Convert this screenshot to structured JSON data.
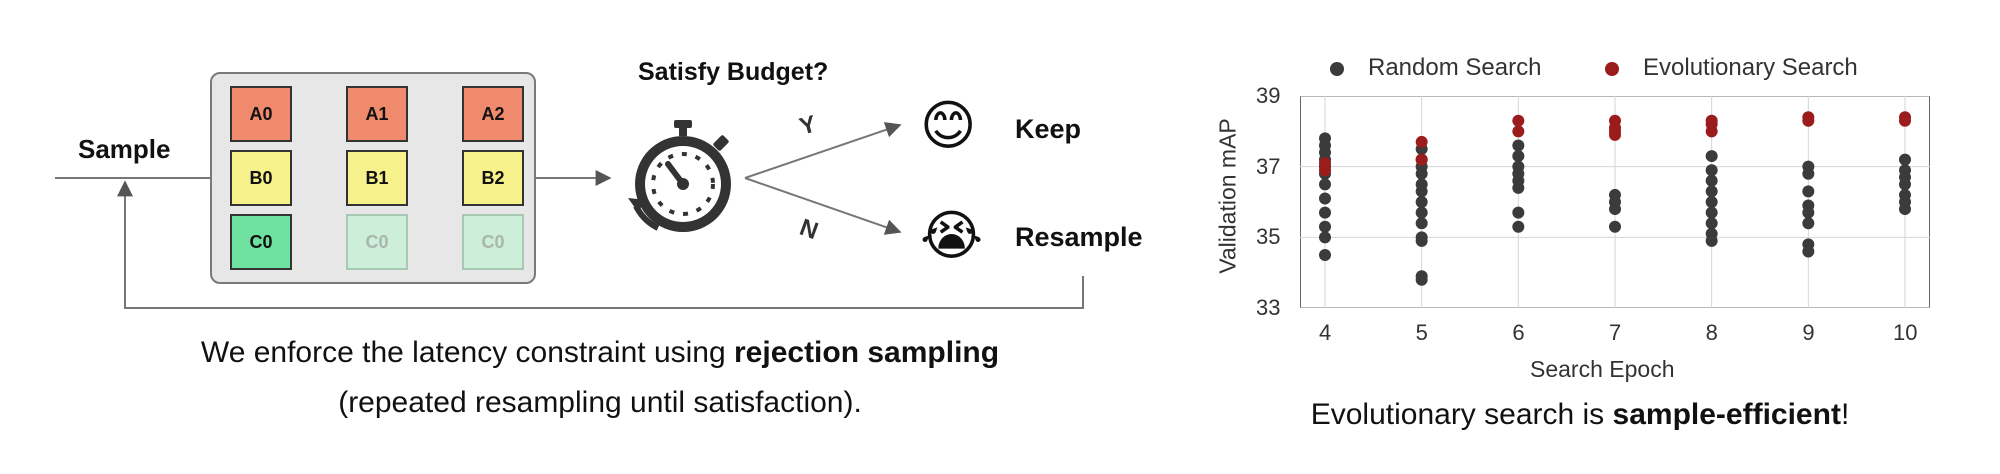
{
  "left_diagram": {
    "sample_label": "Sample",
    "grid": [
      [
        "A0",
        "A1",
        "A2"
      ],
      [
        "B0",
        "B1",
        "B2"
      ],
      [
        "C0",
        "C0",
        "C0"
      ]
    ],
    "question": "Satisfy Budget?",
    "yes_label": "Y",
    "no_label": "N",
    "keep_label": "Keep",
    "resample_label": "Resample",
    "keep_emoji": "😊",
    "resample_emoji": "😭",
    "icons": [
      "stopwatch-icon",
      "smiling-face-icon",
      "crying-face-icon"
    ],
    "colors": {
      "A": "#f08a6c",
      "B": "#f6f18a",
      "C": "#6ee0a0"
    },
    "caption_line1_prefix": "We enforce the latency constraint using ",
    "caption_line1_bold": "rejection sampling",
    "caption_line2": "(repeated resampling until satisfaction)."
  },
  "chart": {
    "legend": [
      "Random Search",
      "Evolutionary Search"
    ],
    "ylabel": "Validation mAP",
    "xlabel": "Search Epoch",
    "x_ticks": [
      "4",
      "5",
      "6",
      "7",
      "8",
      "9",
      "10"
    ],
    "y_ticks": [
      "33",
      "35",
      "37",
      "39"
    ],
    "caption_prefix": "Evolutionary search is ",
    "caption_bold": "sample-efficient",
    "caption_suffix": "!"
  },
  "chart_data": {
    "type": "scatter",
    "xlabel": "Search Epoch",
    "ylabel": "Validation mAP",
    "xlim": [
      4,
      10
    ],
    "ylim": [
      33,
      39
    ],
    "grid": true,
    "legend_position": "top",
    "colors": {
      "Random Search": "#3b3b3b",
      "Evolutionary Search": "#9b1c1c"
    },
    "series": [
      {
        "name": "Random Search",
        "points": [
          [
            4,
            37.8
          ],
          [
            4,
            37.6
          ],
          [
            4,
            37.4
          ],
          [
            4,
            37.2
          ],
          [
            4,
            37.0
          ],
          [
            4,
            36.8
          ],
          [
            4,
            36.5
          ],
          [
            4,
            36.1
          ],
          [
            4,
            35.7
          ],
          [
            4,
            35.3
          ],
          [
            4,
            35.0
          ],
          [
            4,
            34.5
          ],
          [
            5,
            37.5
          ],
          [
            5,
            37.2
          ],
          [
            5,
            37.0
          ],
          [
            5,
            36.8
          ],
          [
            5,
            36.5
          ],
          [
            5,
            36.3
          ],
          [
            5,
            36.0
          ],
          [
            5,
            35.7
          ],
          [
            5,
            35.4
          ],
          [
            5,
            35.0
          ],
          [
            5,
            34.9
          ],
          [
            5,
            33.9
          ],
          [
            5,
            33.8
          ],
          [
            6,
            37.6
          ],
          [
            6,
            37.3
          ],
          [
            6,
            37.0
          ],
          [
            6,
            36.8
          ],
          [
            6,
            36.6
          ],
          [
            6,
            36.4
          ],
          [
            6,
            35.7
          ],
          [
            6,
            35.3
          ],
          [
            7,
            36.2
          ],
          [
            7,
            36.0
          ],
          [
            7,
            35.8
          ],
          [
            7,
            35.3
          ],
          [
            8,
            37.3
          ],
          [
            8,
            36.9
          ],
          [
            8,
            36.6
          ],
          [
            8,
            36.3
          ],
          [
            8,
            36.0
          ],
          [
            8,
            35.7
          ],
          [
            8,
            35.4
          ],
          [
            8,
            35.1
          ],
          [
            8,
            34.9
          ],
          [
            9,
            37.0
          ],
          [
            9,
            36.8
          ],
          [
            9,
            36.3
          ],
          [
            9,
            35.9
          ],
          [
            9,
            35.7
          ],
          [
            9,
            35.4
          ],
          [
            9,
            34.8
          ],
          [
            9,
            34.6
          ],
          [
            10,
            37.2
          ],
          [
            10,
            36.9
          ],
          [
            10,
            36.7
          ],
          [
            10,
            36.5
          ],
          [
            10,
            36.2
          ],
          [
            10,
            36.0
          ],
          [
            10,
            35.8
          ]
        ]
      },
      {
        "name": "Evolutionary Search",
        "points": [
          [
            4,
            37.1
          ],
          [
            4,
            36.9
          ],
          [
            5,
            37.7
          ],
          [
            5,
            37.2
          ],
          [
            6,
            38.3
          ],
          [
            6,
            38.0
          ],
          [
            7,
            38.3
          ],
          [
            7,
            38.1
          ],
          [
            7,
            38.0
          ],
          [
            7,
            37.9
          ],
          [
            8,
            38.3
          ],
          [
            8,
            38.2
          ],
          [
            8,
            38.0
          ],
          [
            9,
            38.4
          ],
          [
            9,
            38.3
          ],
          [
            10,
            38.4
          ],
          [
            10,
            38.3
          ]
        ]
      }
    ]
  }
}
